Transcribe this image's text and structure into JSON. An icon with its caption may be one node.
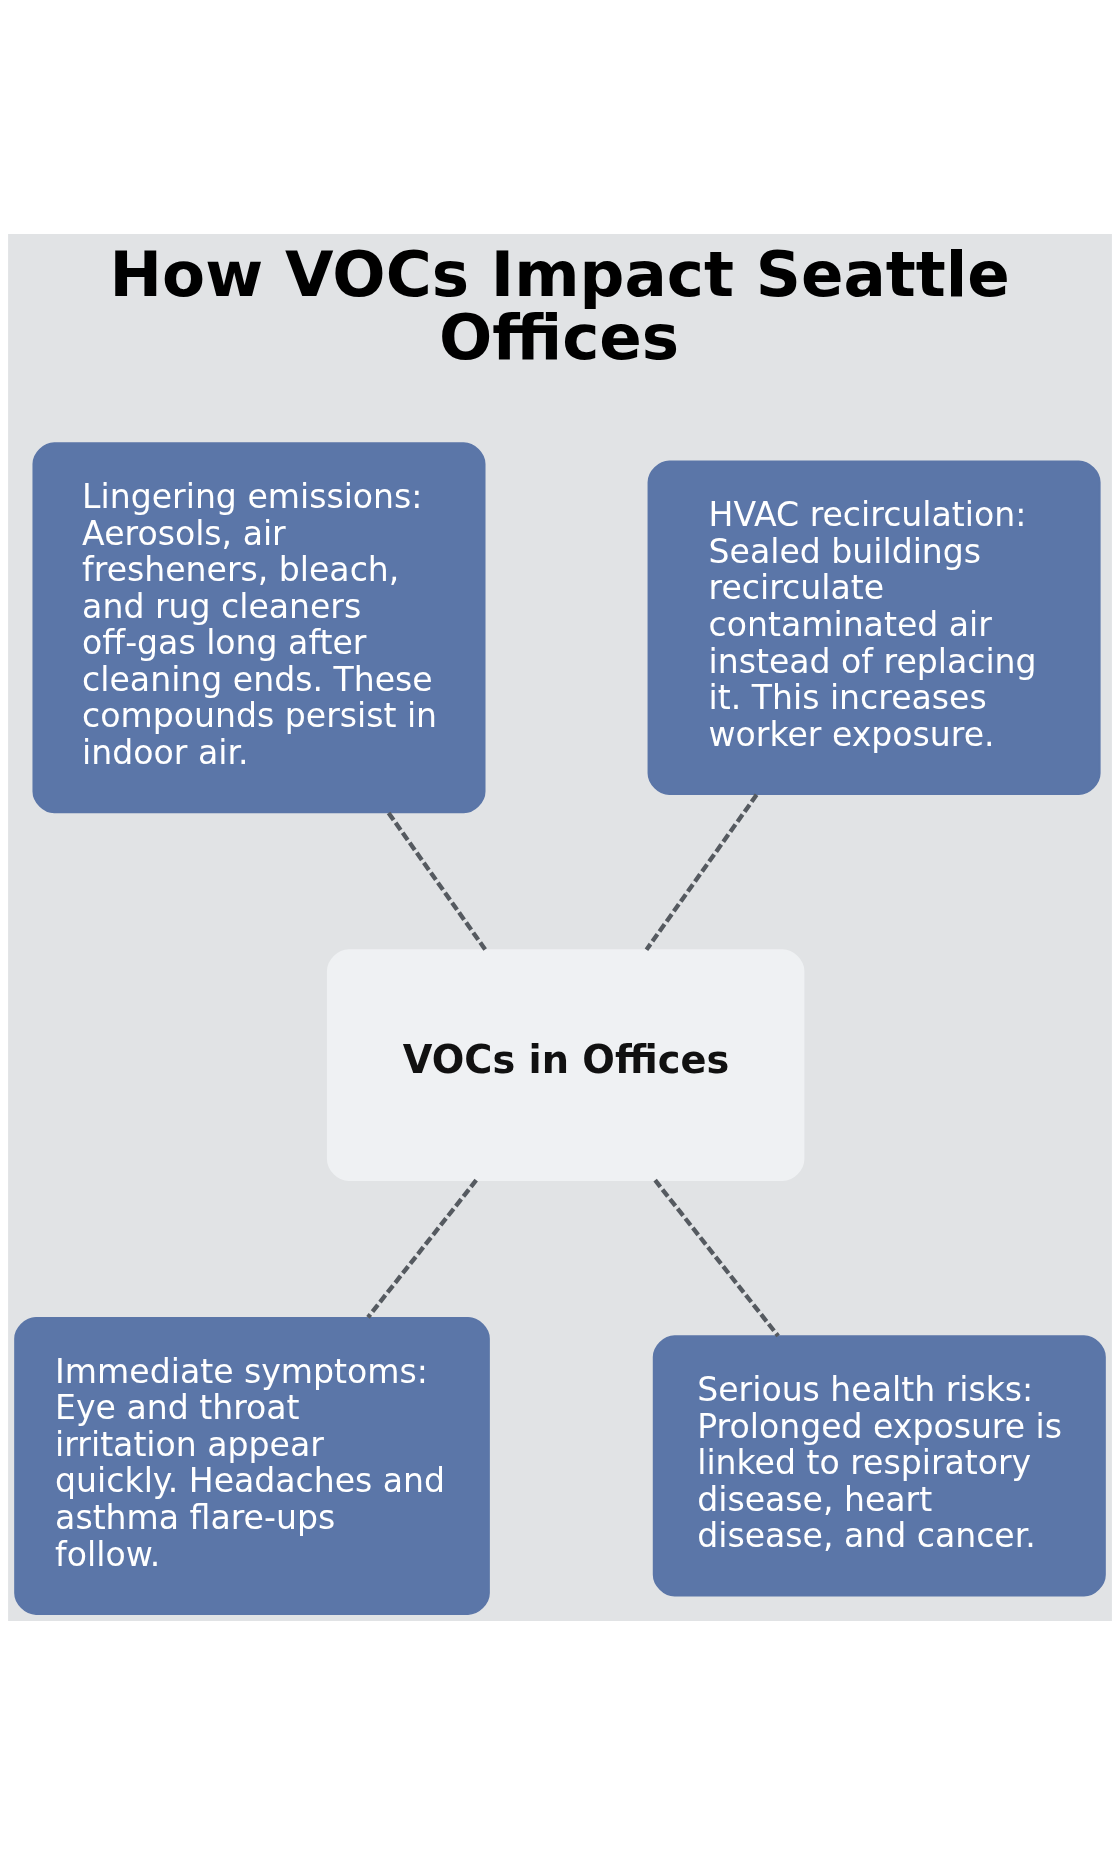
{
  "diagram": {
    "title": "How VOCs Impact Seattle Offices",
    "nodes": [
      {
        "text": [
          "Lingering emissions: Aerosols, air fresheners, bleach, and rug cleaners off-gas long after cleaning ends. These compounds persist in indoor air."
        ]
      },
      {
        "text": [
          "HVAC recirculation: Sealed buildings recirculate contaminated air instead of replacing it. This increases worker exposure."
        ]
      },
      {
        "text": [
          "VOCs in Offices"
        ]
      },
      {
        "text": [
          "Immediate symptoms: Eye and throat irritation appear quickly. Headaches and asthma flare-ups follow."
        ]
      },
      {
        "text": [
          "Serious health risks: Prolonged exposure is linked to respiratory disease, heart disease, and cancer."
        ]
      }
    ],
    "edges": [
      {
        "from": 0,
        "to": 2,
        "arrow": "none",
        "style": "dashed"
      },
      {
        "from": 1,
        "to": 2,
        "arrow": "none",
        "style": "dashed"
      },
      {
        "from": 2,
        "to": 3,
        "arrow": "none",
        "style": "dashed"
      },
      {
        "from": 2,
        "to": 4,
        "arrow": "none",
        "style": "dashed"
      }
    ]
  }
}
